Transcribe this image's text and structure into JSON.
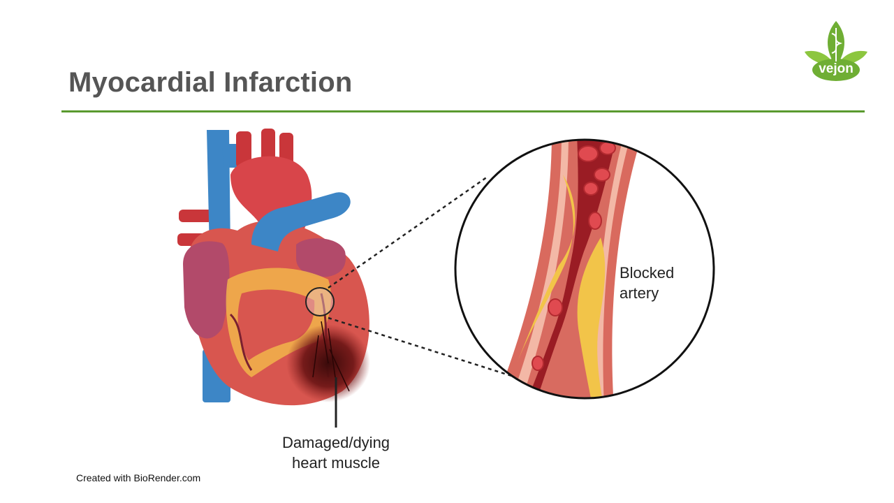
{
  "slide": {
    "title": "Myocardial Infarction",
    "accent_color": "#5a9a2e",
    "logo": {
      "icon": "vejon-leaf-logo",
      "text": "vejon"
    },
    "illustration": {
      "heart_icon": "heart-anatomy-illustration",
      "artery_icon": "blocked-artery-closeup",
      "labels": {
        "blocked_artery_line1": "Blocked",
        "blocked_artery_line2": "artery",
        "damaged_line1": "Damaged/dying",
        "damaged_line2": "heart muscle"
      }
    },
    "credit": "Created with BioRender.com"
  }
}
